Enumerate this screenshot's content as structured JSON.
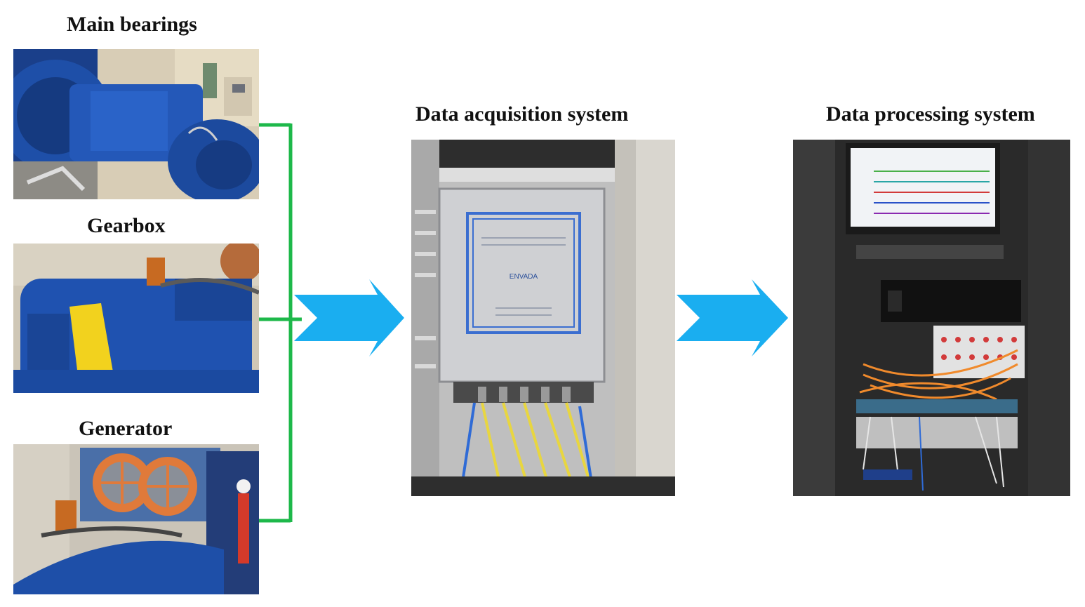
{
  "labels": {
    "main_bearings": "Main bearings",
    "gearbox": "Gearbox",
    "generator": "Generator",
    "acquisition": "Data acquisition system",
    "processing": "Data processing system"
  },
  "colors": {
    "connector": "#1db84a",
    "arrow": "#1aaef0",
    "machine_blue": "#1e4fa8",
    "cabinet_gray": "#c8c8c8",
    "cable_yellow": "#e8d640",
    "cable_orange": "#f08a2c"
  },
  "device_labels": {
    "brand": "ENVADA"
  }
}
